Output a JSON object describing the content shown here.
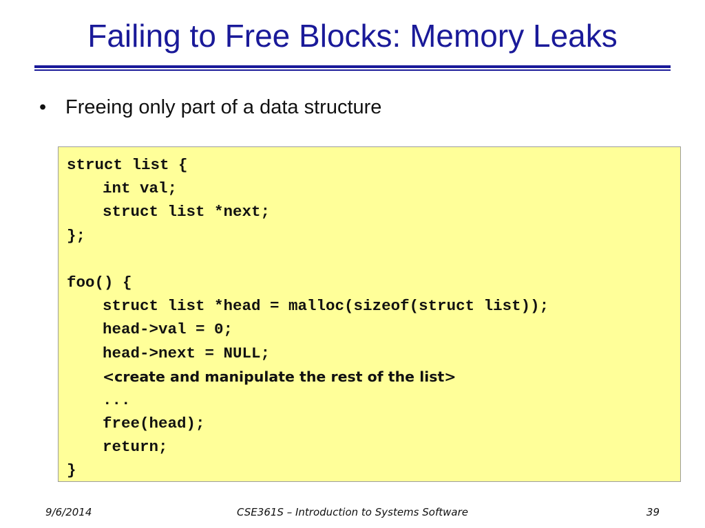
{
  "slide": {
    "title": "Failing to Free Blocks: Memory Leaks",
    "bullet_marker": "•",
    "bullet": "Freeing only part of a data structure"
  },
  "code": {
    "lines": [
      "struct list {",
      "int val;",
      "struct list *next;",
      "};",
      "",
      "foo() {",
      "struct list *head = malloc(sizeof(struct list));",
      "head->val = 0;",
      "head->next = NULL;",
      "<create and manipulate the rest of the list>",
      "...",
      "free(head);",
      "return;",
      "}"
    ]
  },
  "footer": {
    "date": "9/6/2014",
    "course": "CSE361S – Introduction to Systems Software",
    "page": "39"
  },
  "colors": {
    "title": "#1a1a99",
    "code_background": "#ffff99"
  }
}
